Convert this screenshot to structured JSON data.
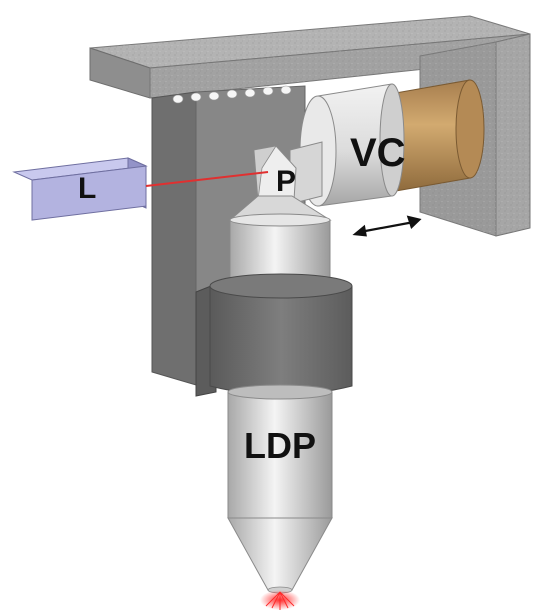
{
  "labels": {
    "laser": "L",
    "prism": "P",
    "voice_coil": "VC",
    "probe": "LDP"
  },
  "colors": {
    "frame_top": "#b0b0b0",
    "frame_front": "#8d8d8d",
    "frame_side": "#9a9a9a",
    "plate": "#7c7c7c",
    "laser_box": "#b3b3e0",
    "laser_beam": "#e03030",
    "coil_winding": "#c29a64",
    "cylinder_light": "#f2f2f2",
    "cylinder_dark": "#9e9e9e",
    "clamp": "#6e6e6e",
    "tip_glow": "#ff2a2a"
  },
  "icons": {
    "motion_arrow": "double-headed-arrow-icon"
  }
}
